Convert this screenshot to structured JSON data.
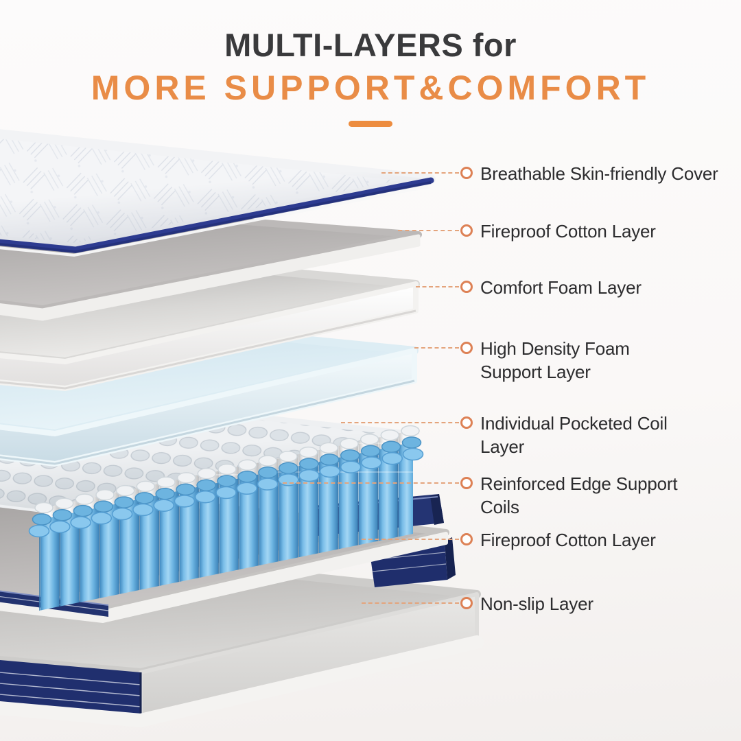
{
  "header": {
    "title_line1": "MULTI-LAYERS for",
    "title_line2": "MORE SUPPORT&COMFORT"
  },
  "labels": [
    {
      "line1": "Breathable Skin-friendly Cover",
      "line2": ""
    },
    {
      "line1": "Fireproof Cotton Layer",
      "line2": ""
    },
    {
      "line1": "Comfort Foam Layer",
      "line2": ""
    },
    {
      "line1": "High Density Foam",
      "line2": "Support Layer"
    },
    {
      "line1": "Individual Pocketed Coil",
      "line2": "Layer"
    },
    {
      "line1": "Reinforced Edge Support",
      "line2": "Coils"
    },
    {
      "line1": "Fireproof Cotton Layer",
      "line2": ""
    },
    {
      "line1": "Non-slip Layer",
      "line2": ""
    }
  ],
  "colors": {
    "title_dark": "#3a3a3c",
    "accent_orange": "#e98c47",
    "underline_orange": "#ed8c3f",
    "marker_ring": "#dd8155",
    "leader_dash": "#e4a47c",
    "label_text": "#2c2c2e",
    "cover_trim_navy": "#2d3b90",
    "base_navy": "#202f6e",
    "coil_blue": "#6cb5e3",
    "coil_white": "#f0f2f4",
    "foam_blue": "#d6e9f2"
  }
}
